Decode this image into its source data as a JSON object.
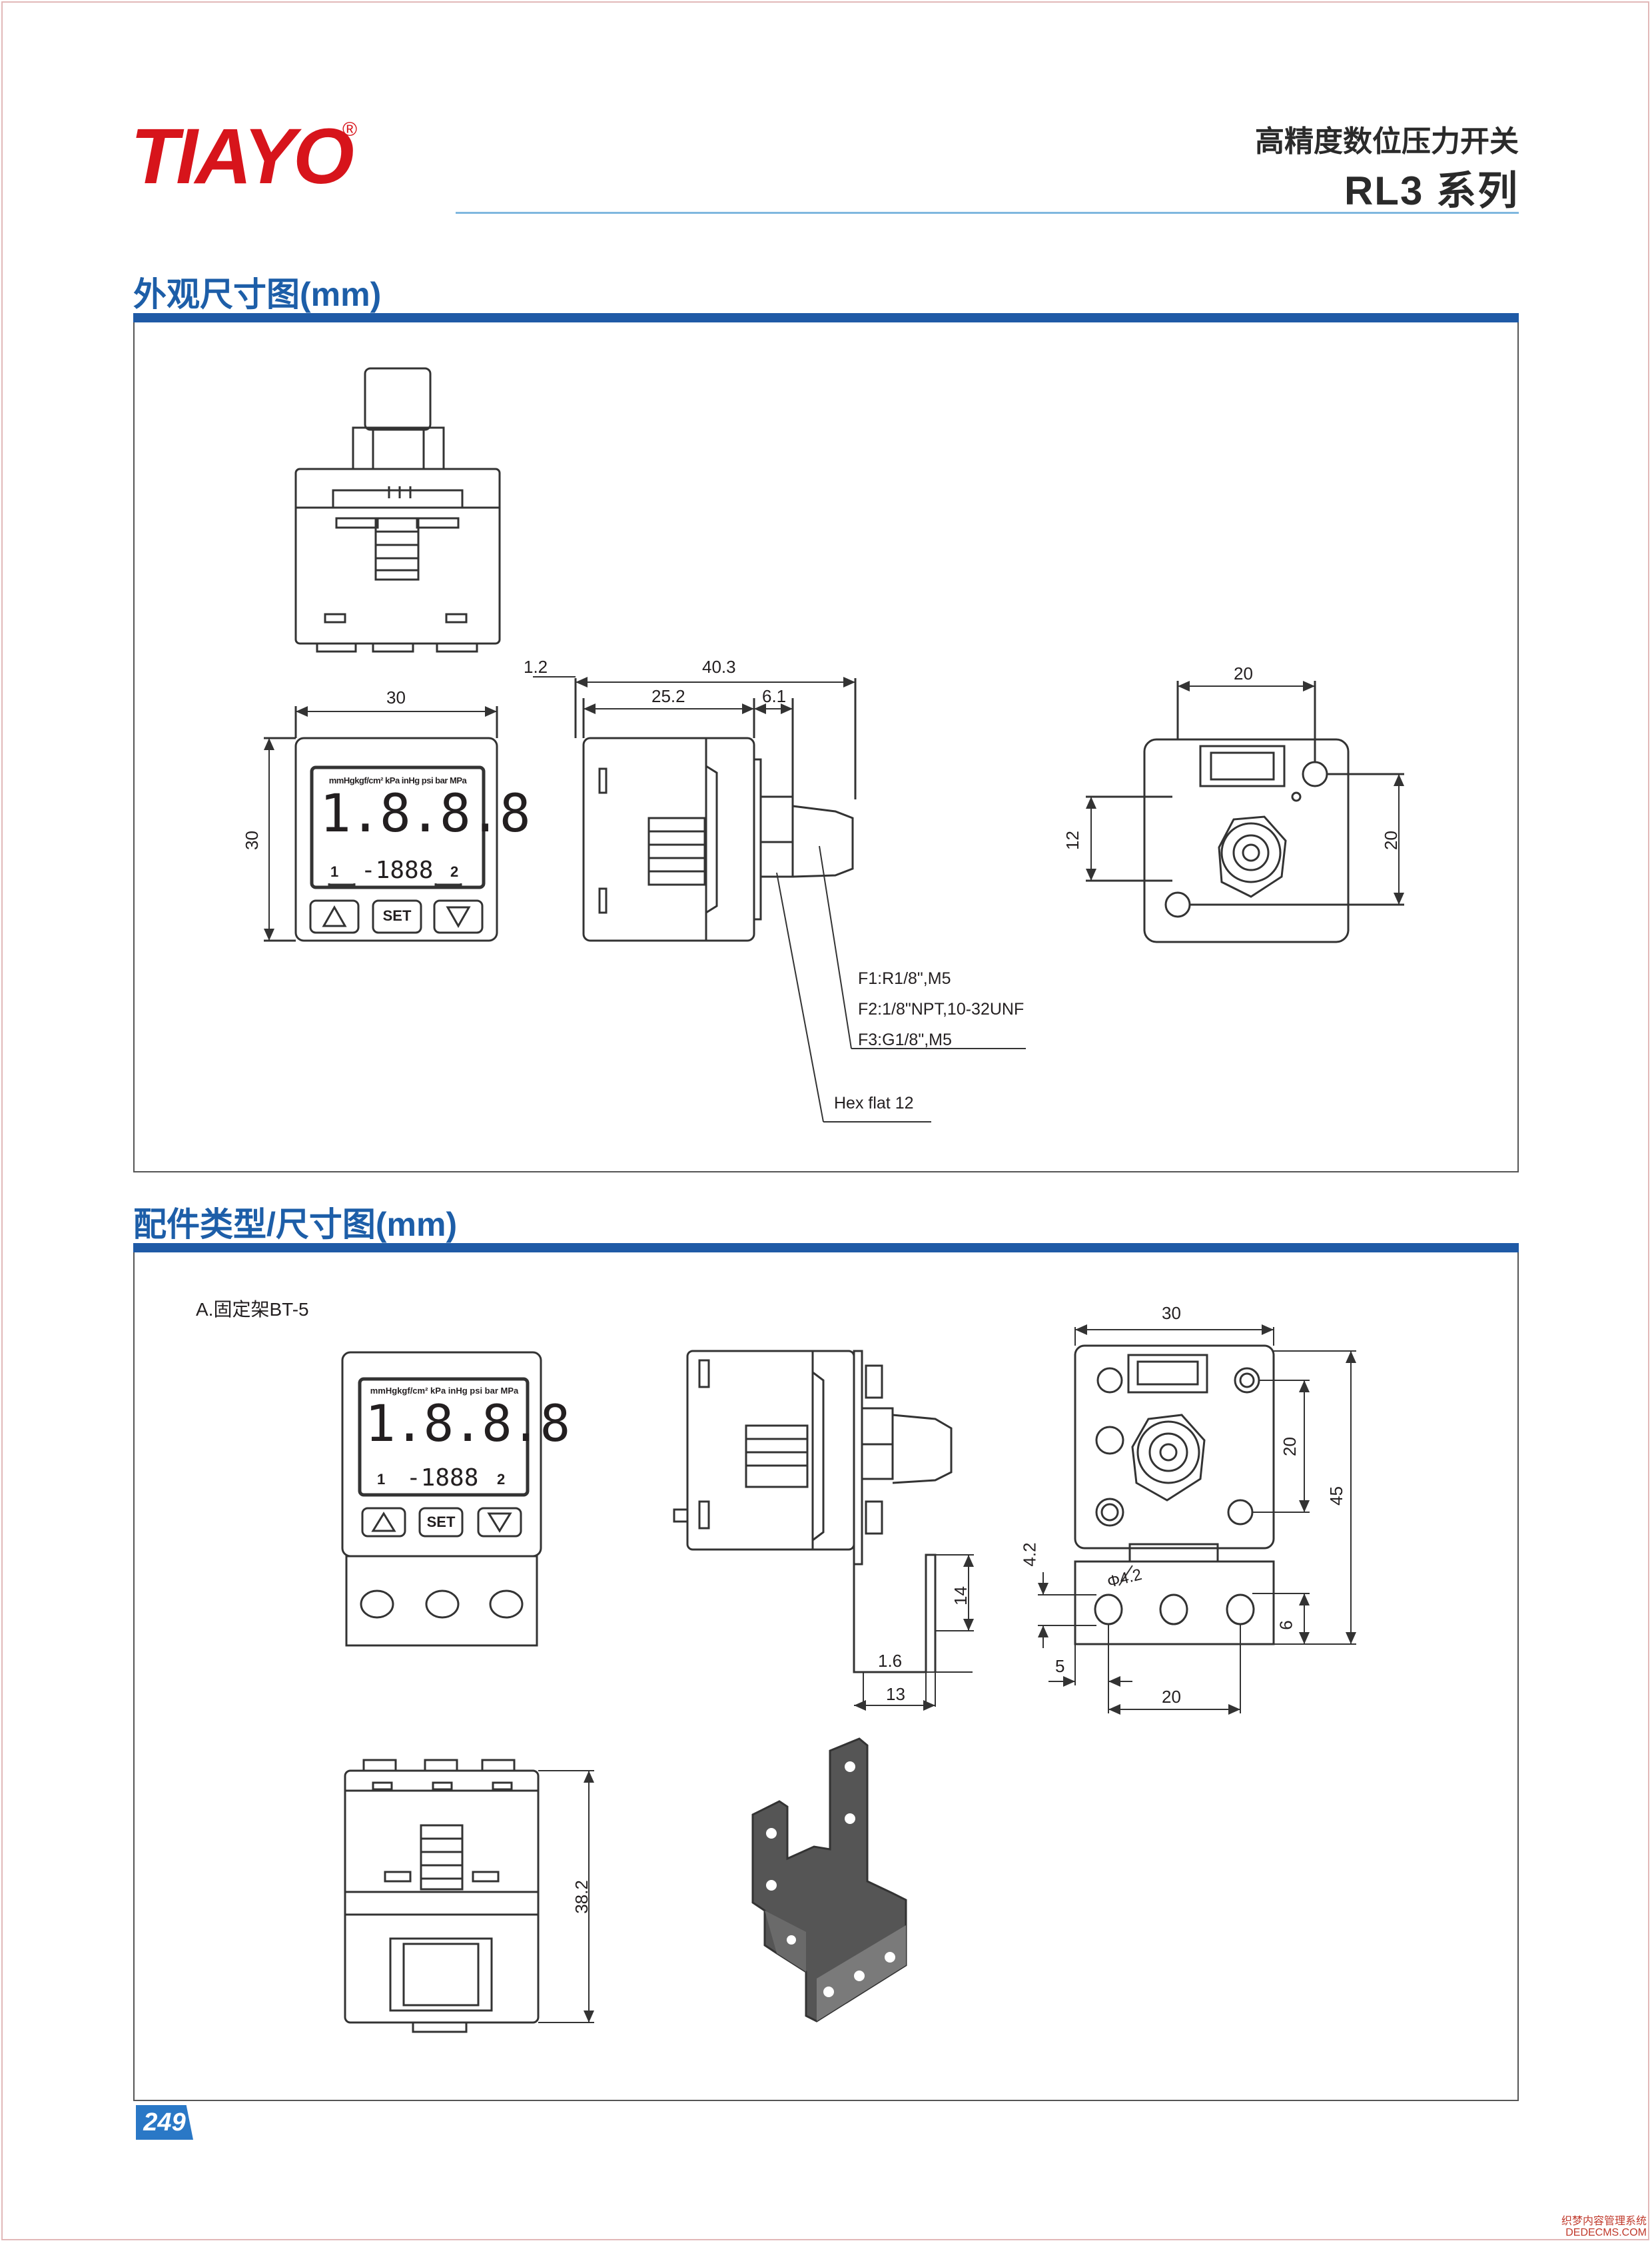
{
  "brand": {
    "logo_text": "TIAYO",
    "registered_mark": "®"
  },
  "header": {
    "product_title": "高精度数位压力开关",
    "series": "RL3 系列"
  },
  "sections": {
    "dimensions": {
      "title": "外观尺寸图(mm)"
    },
    "accessories": {
      "title": "配件类型/尺寸图(mm)"
    }
  },
  "drawing1": {
    "front_width": "30",
    "front_height": "30",
    "side_dims": {
      "gap": "1.2",
      "total": "40.3",
      "body": "25.2",
      "port": "6.1"
    },
    "back_dims": {
      "top": "20",
      "left": "12",
      "right": "20"
    },
    "port_notes": [
      "F1:R1/8\",M5",
      "F2:1/8\"NPT,10-32UNF",
      "F3:G1/8\",M5"
    ],
    "hex_note": "Hex flat 12",
    "display": {
      "units_row": "mmHgkgf/cm² kPa inHg psi bar MPa",
      "main_digits": "1.8.8.8",
      "sub_digits": "-1888",
      "key_1": "1",
      "key_2": "2",
      "set_key": "SET"
    }
  },
  "drawing2": {
    "bracket_label": "A.固定架BT-5",
    "side_dims": {
      "thickness": "1.6",
      "depth": "13",
      "height": "14"
    },
    "back_dims": {
      "width": "30",
      "hole_spacing": "20",
      "total_height": "45",
      "hole_offset": "6",
      "hole_dia": "Φ4.2",
      "slot_height": "4.2",
      "edge": "5",
      "hole_pitch": "20"
    },
    "bottom_height": "38.2"
  },
  "footer": {
    "page_number": "249",
    "watermark_line1": "织梦内容管理系统",
    "watermark_line2": "DEDECMS.COM"
  },
  "colors": {
    "brand_red": "#d7141b",
    "section_blue": "#1f5aa6",
    "title_blue": "#1d5ea8",
    "rule_blue": "#7fb7df"
  }
}
